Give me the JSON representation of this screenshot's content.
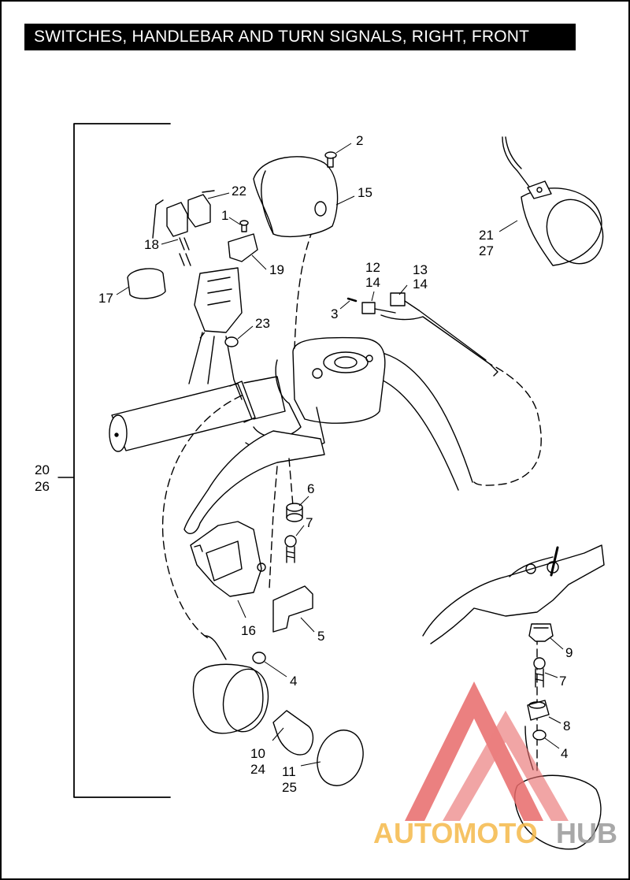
{
  "title": "SWITCHES, HANDLEBAR AND TURN SIGNALS, RIGHT, FRONT",
  "callouts": {
    "c2": "2",
    "c22": "22",
    "c15": "15",
    "c1": "1",
    "c18": "18",
    "c19": "19",
    "c17": "17",
    "c23": "23",
    "c12": "12",
    "c14a": "14",
    "c13": "13",
    "c14b": "14",
    "c3": "3",
    "c21": "21",
    "c27": "27",
    "c20": "20",
    "c26": "26",
    "c6": "6",
    "c7a": "7",
    "c16": "16",
    "c5": "5",
    "c4a": "4",
    "c10": "10",
    "c24": "24",
    "c11": "11",
    "c25": "25",
    "c9": "9",
    "c7b": "7",
    "c8": "8",
    "c4b": "4"
  },
  "watermark": {
    "part1": "AUTOMOTO",
    "part2": "HUB",
    "color_orange": "#f5b94a",
    "color_gray": "#9a9a9a",
    "color_red": "#e86a6a"
  }
}
